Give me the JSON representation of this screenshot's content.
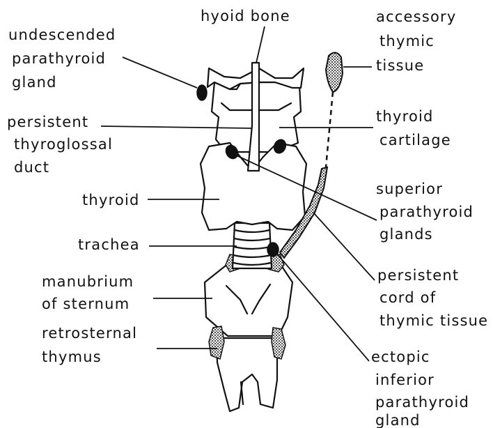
{
  "labels": {
    "hyoid_bone": "hyoid bone",
    "accessory_thymic_tissue": [
      "accessory",
      "thymic",
      "tissue"
    ],
    "undescended_parathyroid_gland": [
      "undescended",
      "parathyroid",
      "gland"
    ],
    "persistent_thyroglossal_duct": [
      "persistent",
      "thyroglossal",
      "duct"
    ],
    "thyroid_cartilage": [
      "thyroid",
      "cartilage"
    ],
    "thyroid": "thyroid",
    "superior_parathyroid_glands": [
      "superior",
      "parathyroid",
      "glands"
    ],
    "trachea": "trachea",
    "manubrium_of_sternum": [
      "manubrium",
      "of sternum"
    ],
    "persistent_cord_of_thymic_tissue": [
      "persistent",
      "cord of",
      "thymic tissue"
    ],
    "retrosternal_thymus": [
      "retrosternal",
      "thymus"
    ],
    "ectopic_inferior_parathyroid_gland": [
      "ectopic",
      "inferior",
      "parathyroid",
      "gland"
    ]
  },
  "colors": {
    "ink": "#111111",
    "paper": "#ffffff"
  }
}
